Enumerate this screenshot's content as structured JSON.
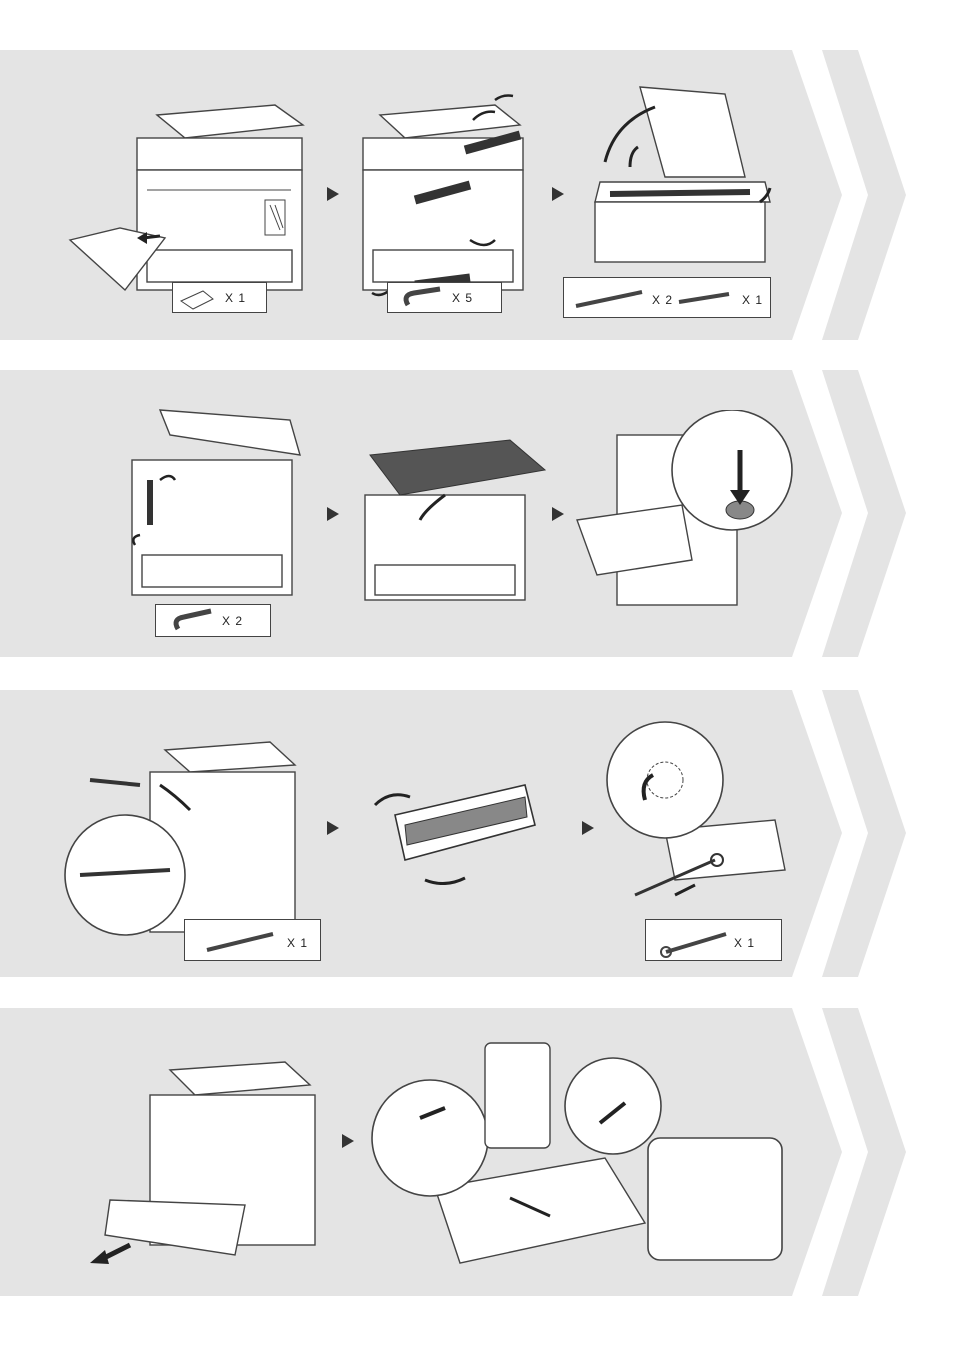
{
  "steps": [
    {
      "id": "step-1",
      "panels": [
        "remove-protective-sheet",
        "remove-tapes",
        "remove-scanner-shipping-materials"
      ],
      "quantities": [
        {
          "item": "protective-sheet",
          "label": "X 1"
        },
        {
          "item": "tape",
          "label": "X 5"
        },
        {
          "item": "long-packing-material",
          "label": "X 2"
        },
        {
          "item": "short-packing-material",
          "label": "X 1"
        }
      ]
    },
    {
      "id": "step-2",
      "panels": [
        "remove-inside-tapes",
        "close-scanner-unit",
        "open-front-cover"
      ],
      "quantities": [
        {
          "item": "tape",
          "label": "X 2"
        }
      ]
    },
    {
      "id": "step-3",
      "panels": [
        "remove-packing-part",
        "shake-toner-cartridge",
        "pull-sealing-tape"
      ],
      "quantities": [
        {
          "item": "packing-part",
          "label": "X 1"
        },
        {
          "item": "sealing-tape",
          "label": "X 1"
        }
      ]
    },
    {
      "id": "step-4",
      "panels": [
        "pull-out-paper-drawer",
        "adjust-paper-guides"
      ],
      "quantities": []
    }
  ],
  "colors": {
    "band": "#e4e4e4",
    "outline": "#444444",
    "arrow": "#333333"
  }
}
